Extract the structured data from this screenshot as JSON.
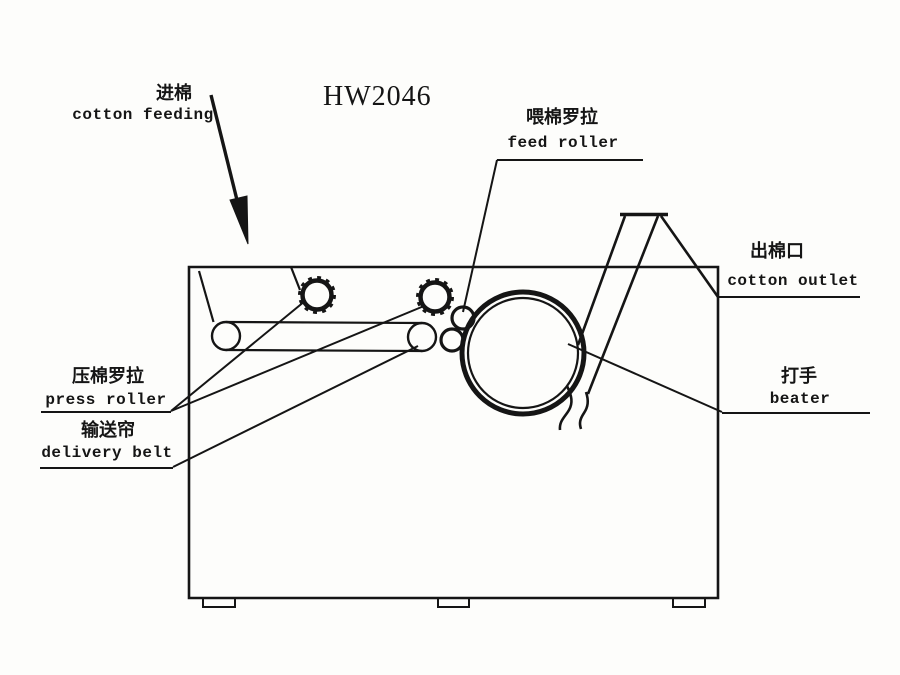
{
  "title": "HW2046",
  "labels": {
    "cotton_feeding": {
      "zh": "进棉",
      "en": "cotton feeding"
    },
    "feed_roller": {
      "zh": "喂棉罗拉",
      "en": "feed roller"
    },
    "cotton_outlet": {
      "zh": "出棉口",
      "en": "cotton outlet"
    },
    "press_roller": {
      "zh": "压棉罗拉",
      "en": "press roller"
    },
    "delivery_belt": {
      "zh": "输送帘",
      "en": "delivery belt"
    },
    "beater": {
      "zh": "打手",
      "en": "beater"
    }
  },
  "colors": {
    "ink": "#151515",
    "background": "#fdfdfb"
  }
}
